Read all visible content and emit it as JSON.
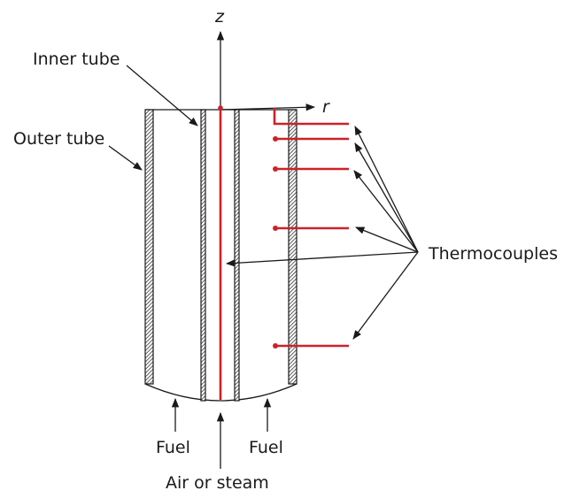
{
  "labels": {
    "z_axis": "z",
    "r_axis": "r",
    "inner_tube": "Inner tube",
    "outer_tube": "Outer tube",
    "thermocouples": "Thermocouples",
    "fuel_left": "Fuel",
    "fuel_right": "Fuel",
    "air_or_steam": "Air or steam"
  },
  "colors": {
    "thermocouple": "#cc2229",
    "line": "#1a1a1a"
  }
}
